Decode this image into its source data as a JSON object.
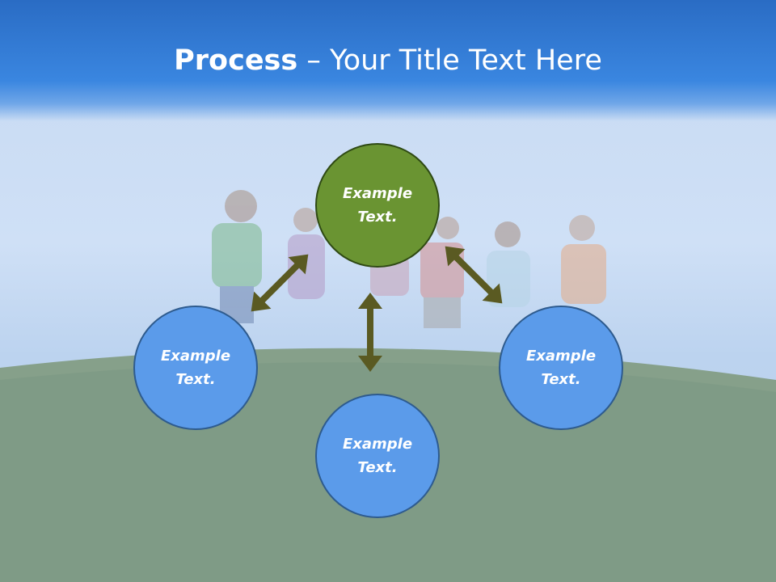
{
  "title": {
    "bold": "Process",
    "rest": " – Your Title Text Here"
  },
  "nodes": {
    "top": "Example Text.",
    "left": "Example Text.",
    "right": "Example Text.",
    "bottom": "Example Text."
  },
  "colors": {
    "title_bar": "#2a6cc4",
    "center_node": "#6a9432",
    "outer_node": "#5b9bea",
    "arrow": "#5a5a22",
    "grass": "#7f9a86"
  },
  "icons": [
    "double-arrow-icon"
  ]
}
